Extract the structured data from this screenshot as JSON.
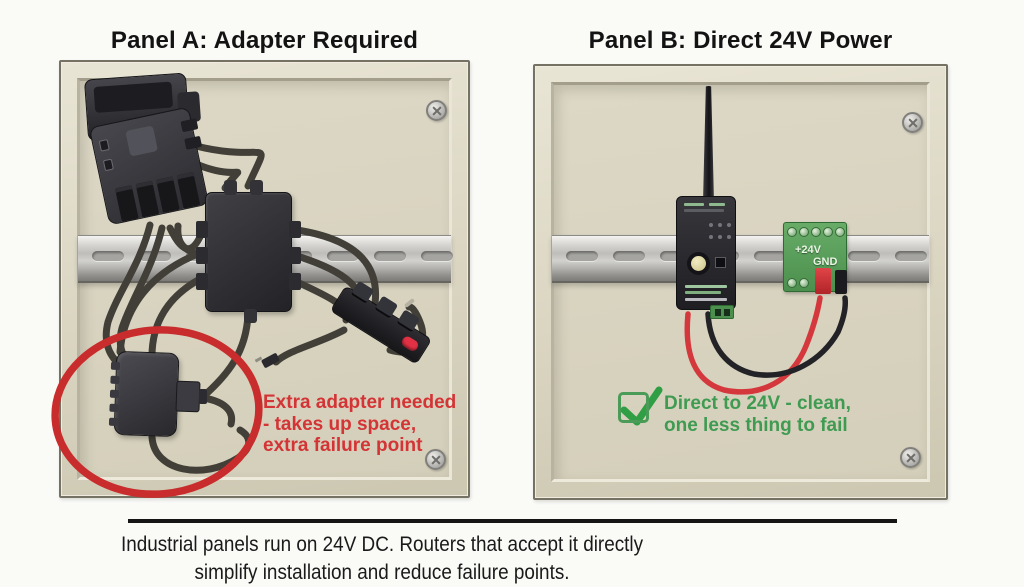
{
  "figure": {
    "panel_a": {
      "title": "Panel A: Adapter Required",
      "annotation": {
        "line1": "Extra adapter needed",
        "line2": "- takes up space,",
        "line3": "extra failure point"
      }
    },
    "panel_b": {
      "title": "Panel B: Direct 24V Power",
      "annotation": {
        "line1": "Direct to 24V - clean,",
        "line2": "one less thing to fail"
      },
      "terminal_block": {
        "positive_label": "+24V",
        "ground_label": "GND"
      }
    },
    "caption": {
      "line1": "Industrial panels run on 24V DC. Routers that accept it directly",
      "line2": "simplify installation and reduce failure points."
    },
    "colors": {
      "warning_red": "#d43435",
      "success_green": "#3f9b52",
      "panel_beige": "#d8d3c0"
    }
  }
}
